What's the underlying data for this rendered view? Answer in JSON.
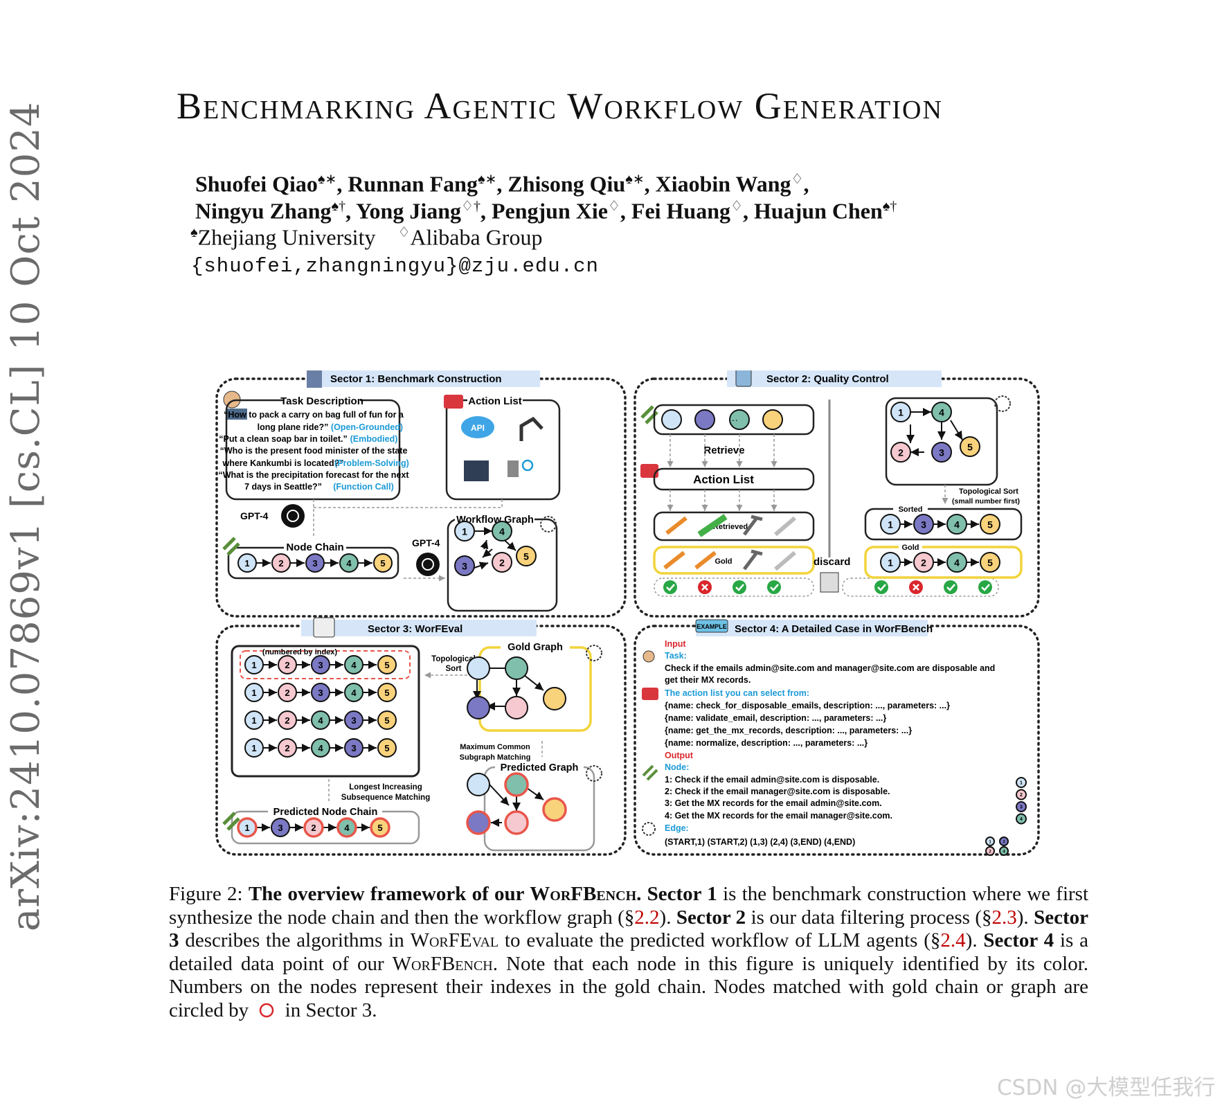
{
  "arxiv_stamp": "arXiv:2410.07869v1  [cs.CL]  10 Oct 2024",
  "title": "Benchmarking Agentic Workflow Generation",
  "authors": {
    "line1": [
      {
        "name": "Shuofei Qiao",
        "mark": "♠∗"
      },
      {
        "name": "Runnan Fang",
        "mark": "♠∗"
      },
      {
        "name": "Zhisong Qiu",
        "mark": "♠∗"
      },
      {
        "name": "Xiaobin Wang",
        "mark": "♢"
      }
    ],
    "line2": [
      {
        "name": "Ningyu Zhang",
        "mark": "♠†"
      },
      {
        "name": "Yong Jiang",
        "mark": "♢†"
      },
      {
        "name": "Pengjun Xie",
        "mark": "♢"
      },
      {
        "name": "Fei Huang",
        "mark": "♢"
      },
      {
        "name": "Huajun Chen",
        "mark": "♠†"
      }
    ]
  },
  "affiliations": [
    {
      "mark": "♠",
      "name": "Zhejiang University"
    },
    {
      "mark": "♢",
      "name": "Alibaba Group"
    }
  ],
  "email": "{shuofei,zhangningyu}@zju.edu.cn",
  "colors": {
    "node1": "#cfe4f6",
    "node2": "#f6c8cf",
    "node3": "#7b78c4",
    "node4": "#7fbfab",
    "node5": "#f9d27c",
    "sector_header": "#d6e6f8",
    "highlight": "#f2d43a",
    "matched_ring": "#e8554a",
    "accent_blue": "#1a9ad6",
    "accent_red": "#d9262b",
    "check": "#28a745"
  },
  "figure": {
    "sector1": {
      "header": "Sector 1: Benchmark Construction",
      "task_description": {
        "title": "Task Description",
        "items": [
          {
            "quote_l1": "“How to pack a carry on bag full of fun for a",
            "quote_l2": "long plane ride?”",
            "tag": "(Open-Grounded)"
          },
          {
            "quote_l1": "“Put a clean soap bar in toilet.”",
            "tag": "(Embodied)"
          },
          {
            "quote_l1": "“Who is the present food minister of the state",
            "quote_l2": "where Kankumbi is located?”",
            "tag": "(Problem-Solving)"
          },
          {
            "quote_l1": "“What is the precipitation forecast for the next",
            "quote_l2": "7 days in Seattle?”",
            "tag": "(Function Call)"
          }
        ]
      },
      "action_list_title": "Action List",
      "api_label": "API",
      "gpt_label_1": "GPT-4",
      "gpt_label_2": "GPT-4",
      "node_chain_title": "Node Chain",
      "workflow_graph_title": "Workflow Graph"
    },
    "sector2": {
      "header": "Sector 2: Quality Control",
      "retrieve": "Retrieve",
      "action_list": "Action List",
      "retrieved": "Retrieved",
      "gold": "Gold",
      "discard": "discard",
      "topo_l1": "Topological Sort",
      "topo_l2": "(small number first)",
      "sorted": "Sorted",
      "gold_right": "Gold",
      "checks_left": [
        "pass",
        "fail",
        "pass",
        "pass"
      ],
      "checks_right": [
        "pass",
        "fail",
        "pass",
        "pass"
      ]
    },
    "sector3": {
      "header": "Sector 3: WorFEval",
      "numbered": "(numbered by index)",
      "topo_l1": "Topological",
      "topo_l2": "Sort",
      "gold_graph": "Gold Graph",
      "mcs_l1": "Maximum Common",
      "mcs_l2": "Subgraph Matching",
      "predicted_graph": "Predicted Graph",
      "lis_l1": "Longest Increasing",
      "lis_l2": "Subsequence Matching",
      "predicted_chain": "Predicted Node Chain",
      "sequences": [
        [
          1,
          2,
          3,
          4,
          5
        ],
        [
          1,
          2,
          3,
          4,
          5
        ],
        [
          1,
          2,
          4,
          3,
          5
        ],
        [
          1,
          2,
          4,
          3,
          5
        ]
      ],
      "predicted_sequence": [
        1,
        3,
        2,
        4,
        5
      ]
    },
    "sector4": {
      "header": "Sector 4: A Detailed Case in WorFBench",
      "example_tag": "EXAMPLE",
      "input": "Input",
      "task_label": "Task:",
      "task_l1": "Check if the emails admin@site.com and manager@site.com are disposable and",
      "task_l2": "get their MX records.",
      "action_prompt": "The action list you can select from:",
      "actions": [
        "{name: check_for_disposable_emails, description: ..., parameters: ...}",
        "{name: validate_email, description: ..., parameters: ...}",
        "{name: get_the_mx_records, description: ..., parameters: ...}",
        "{name: normalize, description: ..., parameters: ...}"
      ],
      "output": "Output",
      "node_label": "Node:",
      "nodes": [
        "1: Check if the email admin@site.com is disposable.",
        "2: Check if the email manager@site.com is disposable.",
        "3: Get the MX records for the email admin@site.com.",
        "4: Get the MX records for the email manager@site.com."
      ],
      "edge_label": "Edge:",
      "edges": "(START,1) (START,2) (1,3) (2,4) (3,END) (4,END)"
    }
  },
  "caption": {
    "fig_label": "Figure 2:",
    "bold_lead": "The overview framework of our",
    "benchmark": "WorFBench.",
    "s1": "Sector 1",
    "t1": " is the benchmark construction where we first synthesize the node chain and then the workflow graph (§",
    "r1": "2.2",
    "t2": "). ",
    "s2": "Sector 2",
    "t3": " is our data filtering process (§",
    "r2": "2.3",
    "t4": "). ",
    "s3": "Sector 3",
    "t5": " describes the algorithms in ",
    "eval": "WorFEval",
    "t6": " to evaluate the predicted workflow of LLM agents (§",
    "r3": "2.4",
    "t7": "). ",
    "s4": "Sector 4",
    "t8": " is a detailed data point of our ",
    "bench2": "WorFBench",
    "t9": ". Note that each node in this figure is uniquely identified by its color. Numbers on the nodes represent their indexes in the gold chain. Nodes matched with gold chain or graph are circled by",
    "t10": " in Sector 3."
  },
  "watermark": "CSDN @大模型任我行"
}
